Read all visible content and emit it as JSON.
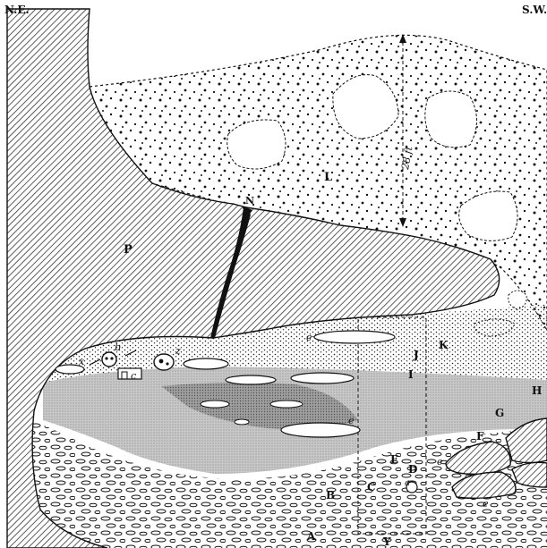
{
  "corner_labels": {
    "left": "N.E.",
    "right": "S.W."
  },
  "labels": {
    "P": "P",
    "L": "L",
    "N": "N",
    "K": "K",
    "J": "J",
    "I": "I",
    "H": "H",
    "G": "G",
    "F": "F",
    "E": "E",
    "D": "D",
    "C": "C",
    "B": "B",
    "A": "A",
    "Y": "Y"
  },
  "italic_labels": {
    "x": "x",
    "b": "b",
    "z": "z",
    "c": "c",
    "e_upper": "e",
    "e_mid": "e",
    "e_right": "e",
    "e_lower": "e",
    "a": "a",
    "dim": "28 ft"
  },
  "colors": {
    "ink": "#111111",
    "hatch": "#333333",
    "stalagmite_band": "#b8b8b8",
    "stalagmite_dark": "#8e8e8e",
    "background": "#ffffff"
  }
}
